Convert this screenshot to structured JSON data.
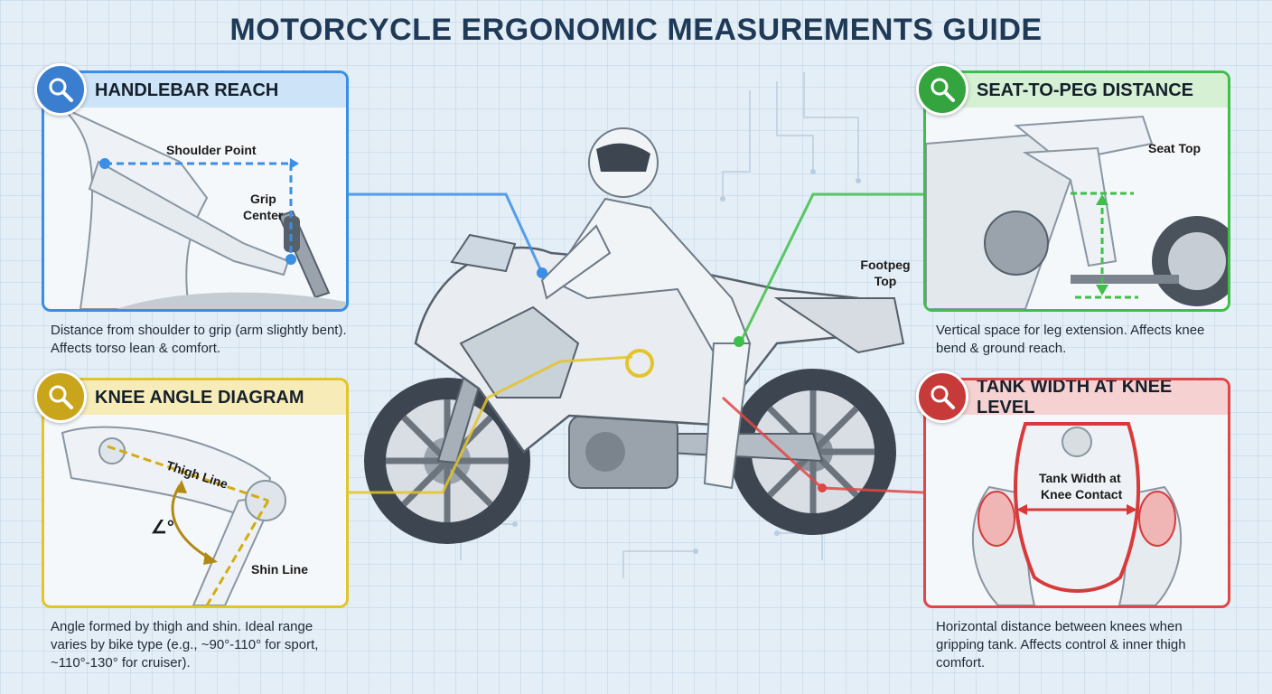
{
  "title": "MOTORCYCLE ERGONOMIC MEASUREMENTS GUIDE",
  "colors": {
    "handlebar": "#3a8ee6",
    "seat": "#3fbf4a",
    "knee": "#e3c42a",
    "tank": "#e04646"
  },
  "panels": {
    "handlebar": {
      "heading": "HANDLEBAR REACH",
      "icon": "magnifier-icon",
      "labels": {
        "shoulder": "Shoulder Point",
        "grip_line1": "Grip",
        "grip_line2": "Center"
      },
      "caption": "Distance from shoulder to grip (arm slightly bent). Affects torso lean & comfort."
    },
    "seat": {
      "heading": "SEAT-TO-PEG DISTANCE",
      "icon": "magnifier-icon",
      "labels": {
        "seat_top": "Seat Top",
        "footpeg_line1": "Footpeg",
        "footpeg_line2": "Top"
      },
      "caption": "Vertical space for leg extension. Affects knee bend & ground reach."
    },
    "knee": {
      "heading": "KNEE ANGLE DIAGRAM",
      "icon": "magnifier-icon",
      "labels": {
        "thigh": "Thigh Line",
        "shin": "Shin Line",
        "angle": "∠°"
      },
      "caption": "Angle formed by thigh and shin. Ideal range varies by bike type (e.g., ~90°-110° for sport, ~110°-130° for cruiser)."
    },
    "tank": {
      "heading": "TANK WIDTH AT KNEE LEVEL",
      "icon": "magnifier-icon",
      "labels": {
        "width_line1": "Tank Width at",
        "width_line2": "Knee Contact"
      },
      "caption": "Horizontal distance between knees when gripping tank. Affects control & inner thigh comfort."
    }
  }
}
